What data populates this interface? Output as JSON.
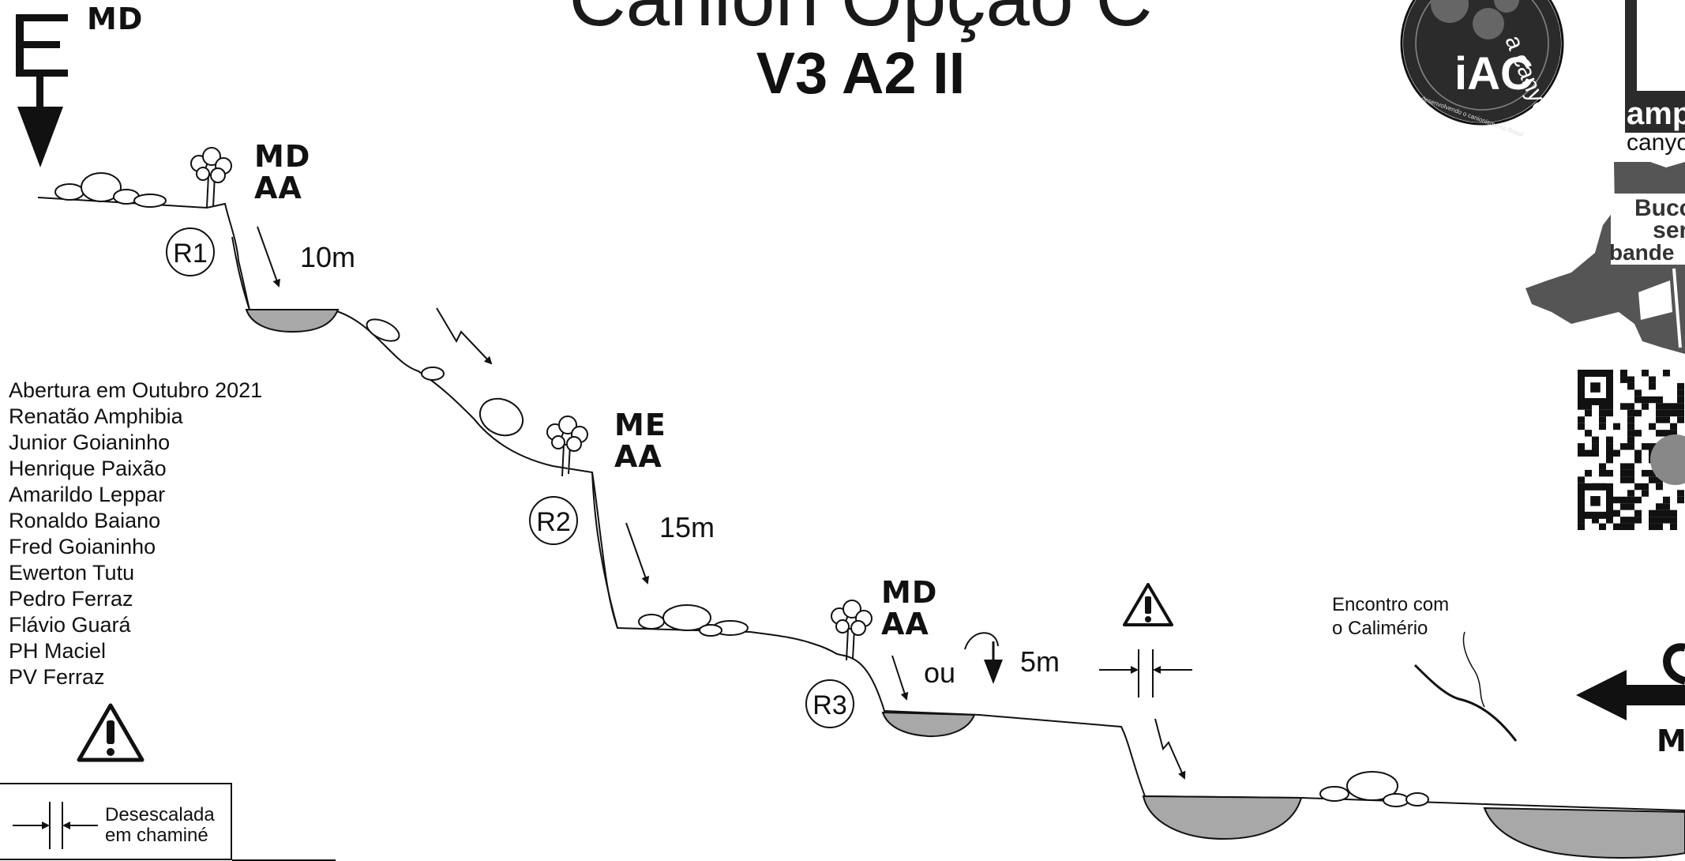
{
  "title": "Canion Opção C",
  "grade": "V3 A2 II",
  "credits": {
    "heading": "Abertura em Outubro 2021",
    "names": [
      "Renatão Amphibia",
      "Junior Goianinho",
      "Henrique Paixão",
      "Amarildo Leppar",
      "Ronaldo Baiano",
      "Fred Goianinho",
      "Ewerton Tutu",
      "Pedro Ferraz",
      "Flávio Guará",
      "PH Maciel",
      "PV Ferraz"
    ]
  },
  "entry": {
    "letter": "E",
    "side": "MD"
  },
  "exit": {
    "letter": "S",
    "side": "M"
  },
  "rappels": [
    {
      "id": "R1",
      "height": "10m",
      "side": "MD",
      "anchor": "AA"
    },
    {
      "id": "R2",
      "height": "15m",
      "side": "ME",
      "anchor": "AA"
    },
    {
      "id": "R3",
      "height": "5m",
      "side": "MD",
      "anchor": "AA",
      "alt": "ou"
    }
  ],
  "meeting_note": [
    "Encontro com",
    "o Calimério"
  ],
  "legend": {
    "line1": "Desescalada",
    "line2": "em chaminé"
  },
  "logos": {
    "iac": "iAC",
    "iac_ring": "a canyoning",
    "iac_small": "desenvolvendo o canionismo no Brasil",
    "amp": "amp",
    "amp2": "canyo",
    "bucco1": "Bucc",
    "bucco2": "ser",
    "bucco3": "bande"
  },
  "colors": {
    "pool": "#a8a8a8",
    "ink": "#111111",
    "logo_dark": "#2b2b2b",
    "map_gray": "#555555"
  }
}
